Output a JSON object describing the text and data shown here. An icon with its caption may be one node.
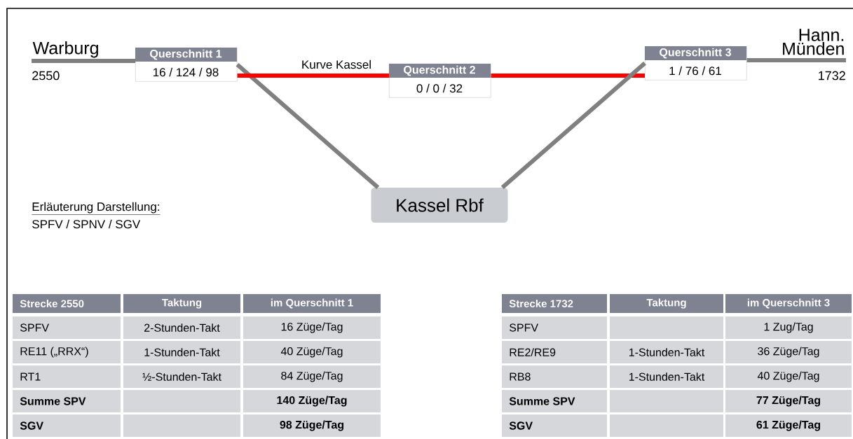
{
  "diagram": {
    "nodes": [
      {
        "text": [
          "Warburg"
        ],
        "beside": [
          "2550"
        ]
      },
      {
        "text": [
          "Querschnitt 1",
          "16 / 124 / 98"
        ]
      },
      {
        "text": [
          "Querschnitt 2",
          "0 / 0 / 32"
        ]
      },
      {
        "text": [
          "Querschnitt 3",
          "1 / 76 / 61"
        ]
      },
      {
        "text": [
          "Hann. Münden"
        ],
        "beside": [
          "1732"
        ]
      },
      {
        "text": [
          "Kassel Rbf"
        ]
      }
    ],
    "edges": [
      {
        "from": 0,
        "to": 1,
        "arrow": "none"
      },
      {
        "from": 1,
        "to": 5,
        "arrow": "none"
      },
      {
        "from": 1,
        "to": 2,
        "arrow": "none",
        "color": "#ff0000",
        "label": "Kurve Kassel"
      },
      {
        "from": 2,
        "to": 3,
        "arrow": "none",
        "color": "#ff0000"
      },
      {
        "from": 5,
        "to": 3,
        "arrow": "none"
      },
      {
        "from": 3,
        "to": 4,
        "arrow": "none"
      }
    ],
    "labels": [
      "Erläuterung Darstellung:",
      "SPFV / SPNV / SGV",
      "Strecke 2550",
      "Taktung",
      "im Querschnitt 1",
      "SPFV",
      "2-Stunden-Takt",
      "16 Züge/Tag",
      "RE11 („RRX“)",
      "1-Stunden-Takt",
      "40 Züge/Tag",
      "RT1",
      "½-Stunden-Takt",
      "84 Züge/Tag",
      "Summe SPV",
      "140 Züge/Tag",
      "SGV",
      "98 Züge/Tag",
      "Strecke 1732",
      "Taktung",
      "im Querschnitt 3",
      "SPFV",
      "1 Zug/Tag",
      "RE2/RE9",
      "1-Stunden-Takt",
      "36 Züge/Tag",
      "RB8",
      "1-Stunden-Takt",
      "40 Züge/Tag",
      "Summe SPV",
      "77 Züge/Tag",
      "SGV",
      "61 Züge/Tag"
    ]
  }
}
